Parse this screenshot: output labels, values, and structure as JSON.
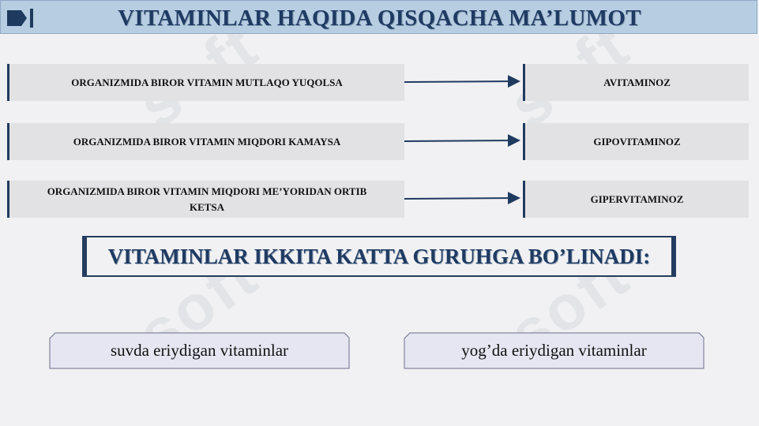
{
  "header": {
    "title": "VITAMINLAR HAQIDA QISQACHA MA’LUMOT"
  },
  "rows": [
    {
      "condition": "ORGANIZMIDA BIROR VITAMIN MUTLAQO YUQOLSA",
      "result": "AVITAMINOZ"
    },
    {
      "condition": "ORGANIZMIDA BIROR VITAMIN MIQDORI KAMAYSA",
      "result": "GIPOVITAMINOZ"
    },
    {
      "condition": "ORGANIZMIDA BIROR VITAMIN MIQDORI ME’YORIDAN ORTIB KETSA",
      "result": "GIPERVITAMINOZ"
    }
  ],
  "groups": {
    "title": "VITAMINLAR IKKITA KATTA GURUHGA BO’LINADI:",
    "water_soluble": "suvda eriydigan vitaminlar",
    "fat_soluble": "yog’da eriydigan vitaminlar"
  },
  "colors": {
    "header_bg": "#b7cde2",
    "title_text": "#1f3b63",
    "accent": "#1f3a5f",
    "box_bg": "#e2e2e4",
    "group_box_bg": "#e6e6f3"
  },
  "icons": {
    "header": "play-bar-icon"
  }
}
